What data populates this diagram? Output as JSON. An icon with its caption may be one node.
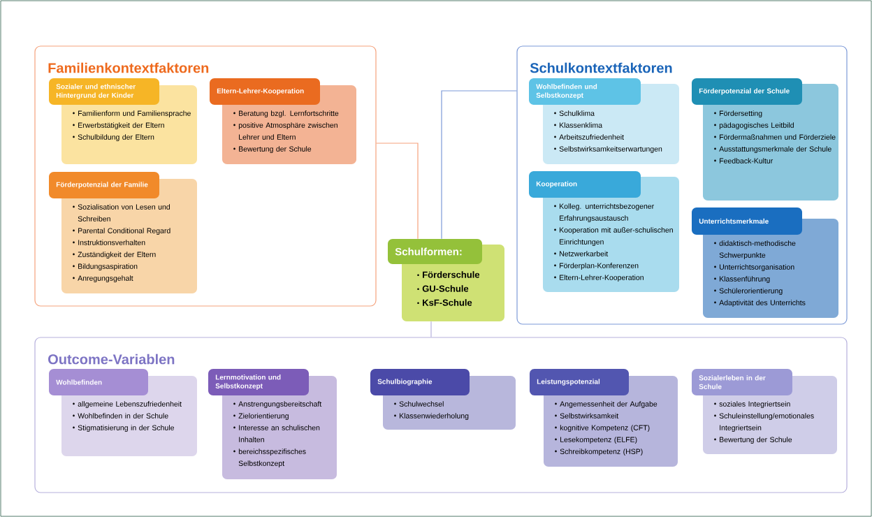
{
  "diagram": {
    "nodes": [
      {
        "text": [
          "Familienkontextfaktoren"
        ]
      },
      {
        "text": [
          "Sozialer und ethnischer Hintergrund der Kinder",
          "Familienform und Familiensprache",
          "Erwerbstätigkeit der Eltern",
          "Schulbildung der Eltern"
        ],
        "in": 0
      },
      {
        "text": [
          "Eltern-Lehrer-Kooperation",
          "Beratung bzgl. Lernfortschritte",
          "positive Atmosphäre zwischen Lehrer und Eltern",
          "Bewertung der Schule"
        ],
        "in": 0
      },
      {
        "text": [
          "Förderpotenzial der Familie",
          "Sozialisation von Lesen und Schreiben",
          "Parental Conditional Regard",
          "Instruktionsverhalten",
          "Zuständigkeit der Eltern",
          "Bildungsaspiration",
          "Anregungsgehalt"
        ],
        "in": 0
      },
      {
        "text": [
          "Schulkontextfaktoren"
        ]
      },
      {
        "text": [
          "Wohlbefinden und Selbstkonzept",
          "Schulklima",
          "Klassenklima",
          "Arbeitszufriedenheit",
          "Selbstwirksamkeitserwartungen"
        ],
        "in": 4
      },
      {
        "text": [
          "Förderpotenzial der Schule",
          "Fördersetting",
          "pädagogisches Leitbild",
          "Fördermaßnahmen und Förderziele",
          "Ausstattungsmerkmale der Schule",
          "Feedback-Kultur"
        ],
        "in": 4
      },
      {
        "text": [
          "Kooperation",
          "Kolleg. unterrichtsbezogener Erfahrungsaustausch",
          "Kooperation mit außer-schulischen Einrichtungen",
          "Netzwerkarbeit",
          "Förderplan-Konferenzen",
          "Eltern-Lehrer-Kooperation"
        ],
        "in": 4
      },
      {
        "text": [
          "Unterrichtsmerkmale",
          "didaktisch-methodische Schwerpunkte",
          "Unterrichtsorganisation",
          "Klassenführung",
          "Schülerorientierung",
          "Adaptivität des Unterrichts"
        ],
        "in": 4
      },
      {
        "text": [
          "Schulformen:",
          "Förderschule",
          "GU-Schule",
          "KsF-Schule"
        ]
      },
      {
        "text": [
          "Outcome-Variablen"
        ]
      },
      {
        "text": [
          "Wohlbefinden",
          "allgemeine Lebenszufriedenheit",
          "Wohlbefinden in der Schule",
          "Stigmatisierung in der Schule"
        ],
        "in": 10
      },
      {
        "text": [
          "Lernmotivation und Selbstkonzept",
          "Anstrengungsbereitschaft",
          "Zielorientierung",
          "Interesse an schulischen Inhalten",
          "bereichsspezifisches Selbstkonzept"
        ],
        "in": 10
      },
      {
        "text": [
          "Schulbiographie",
          "Schulwechsel",
          "Klassenwiederholung"
        ],
        "in": 10
      },
      {
        "text": [
          "Leistungspotenzial",
          "Angemessenheit der Aufgabe",
          "Selbstwirksamkeit",
          "kognitive Kompetenz (CFT)",
          "Lesekompetenz (ELFE)",
          "Schreibkompetenz (HSP)"
        ],
        "in": 10
      },
      {
        "text": [
          "Sozialerleben in der Schule",
          "soziales Integriertsein",
          "Schuleinstellung/emotionales Integriertsein",
          "Bewertung der Schule"
        ],
        "in": 10
      }
    ],
    "edges": [
      {
        "from": 0,
        "to": 9,
        "arrow": "none",
        "color": "#f5a27c"
      },
      {
        "from": 4,
        "to": 9,
        "arrow": "none",
        "color": "#7d9ad8"
      },
      {
        "from": 9,
        "to": 10,
        "arrow": "none",
        "color": "#b6b0dc"
      }
    ]
  }
}
